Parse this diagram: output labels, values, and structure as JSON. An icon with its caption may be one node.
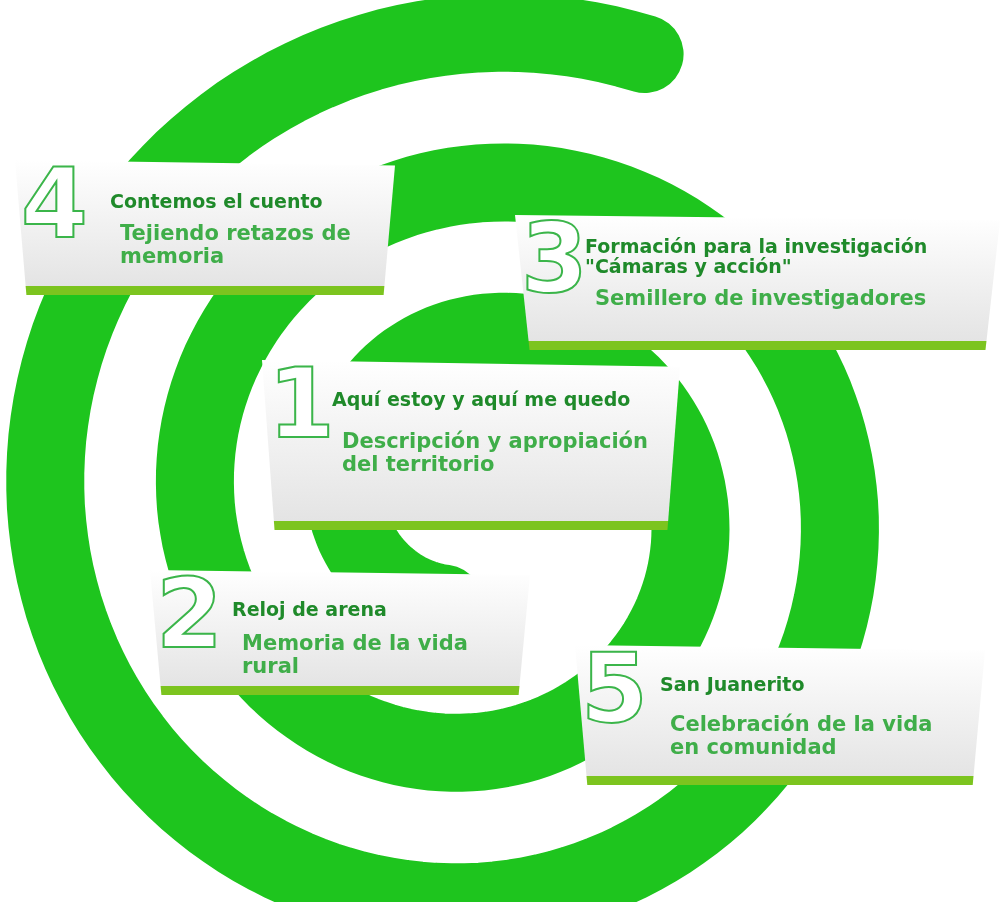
{
  "diagram": {
    "nodes": [
      {
        "text": [
          "4",
          "Contemos el cuento",
          "Tejiendo retazos de memoria"
        ]
      },
      {
        "text": [
          "3",
          "Formación para la investigación \"Cámaras y acción\"",
          "Semillero de investigadores"
        ]
      },
      {
        "text": [
          "1",
          "Aquí estoy y aquí me quedo",
          "Descripción y apropiación del territorio"
        ]
      },
      {
        "text": [
          "2",
          "Reloj de arena",
          "Memoria de la vida rural"
        ]
      },
      {
        "text": [
          "5",
          "San Juanerito",
          "Celebración de la vida en comunidad"
        ]
      }
    ]
  }
}
